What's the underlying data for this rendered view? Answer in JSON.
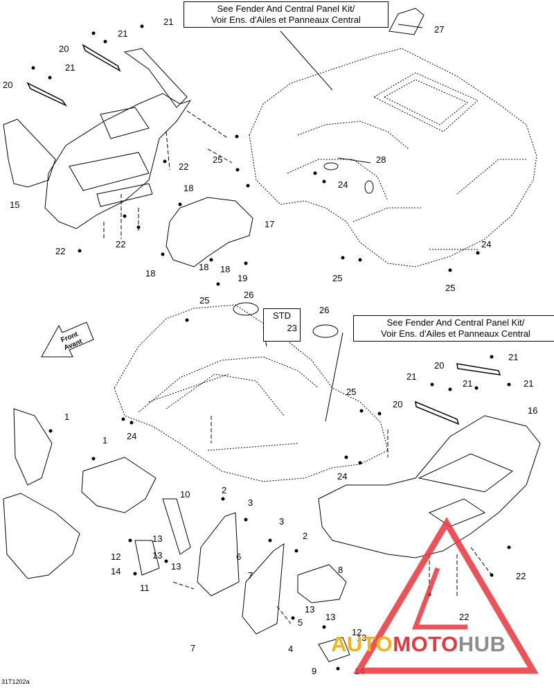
{
  "callouts": {
    "kit_top": [
      "See Fender And Central Panel Kit/",
      "Voir Ens. d'Ailes et Panneaux Central"
    ],
    "kit_mid": [
      "See Fender And Central Panel Kit/",
      "Voir Ens. d'Ailes et Panneaux Central"
    ],
    "std_label": "STD",
    "std_part": "23"
  },
  "part_labels": {
    "p1a": "1",
    "p1b": "1",
    "p2a": "2",
    "p2b": "2",
    "p3a": "3",
    "p3b": "3",
    "p4": "4",
    "p5": "5",
    "p6": "6",
    "p7a": "7",
    "p7b": "7",
    "p8": "8",
    "p9": "9",
    "p10": "10",
    "p11": "11",
    "p12a": "12",
    "p12b": "12",
    "p13a": "13",
    "p13b": "13",
    "p13c": "13",
    "p13d": "13",
    "p13e": "13",
    "p13f": "13",
    "p14a": "14",
    "p14b": "14",
    "p15": "15",
    "p16": "16",
    "p17": "17",
    "p18a": "18",
    "p18b": "18",
    "p18c": "18",
    "p18d": "18",
    "p19": "19",
    "p20a": "20",
    "p20b": "20",
    "p20c": "20",
    "p20d": "20",
    "p21a": "21",
    "p21b": "21",
    "p21c": "21",
    "p21d": "21",
    "p21e": "21",
    "p21f": "21",
    "p21g": "21",
    "p22a": "22",
    "p22b": "22",
    "p22c": "22",
    "p22d": "22",
    "p22e": "22",
    "p24a": "24",
    "p24b": "24",
    "p24c": "24",
    "p24d": "24",
    "p25a": "25",
    "p25b": "25",
    "p25c": "25",
    "p25d": "25",
    "p25e": "25",
    "p26a": "26",
    "p26b": "26",
    "p27": "27",
    "p28": "28"
  },
  "front_arrow": [
    "Front",
    "Avant"
  ],
  "drawing_code": "31T1202a",
  "watermark": {
    "part1": "AUTO",
    "part2": "MOTO",
    "part3": "HUB"
  },
  "colors": {
    "line": "#000000",
    "watermark_red": "#e8363b",
    "watermark_yellow": "#f3b41b",
    "watermark_gray": "#8d8d8d"
  }
}
